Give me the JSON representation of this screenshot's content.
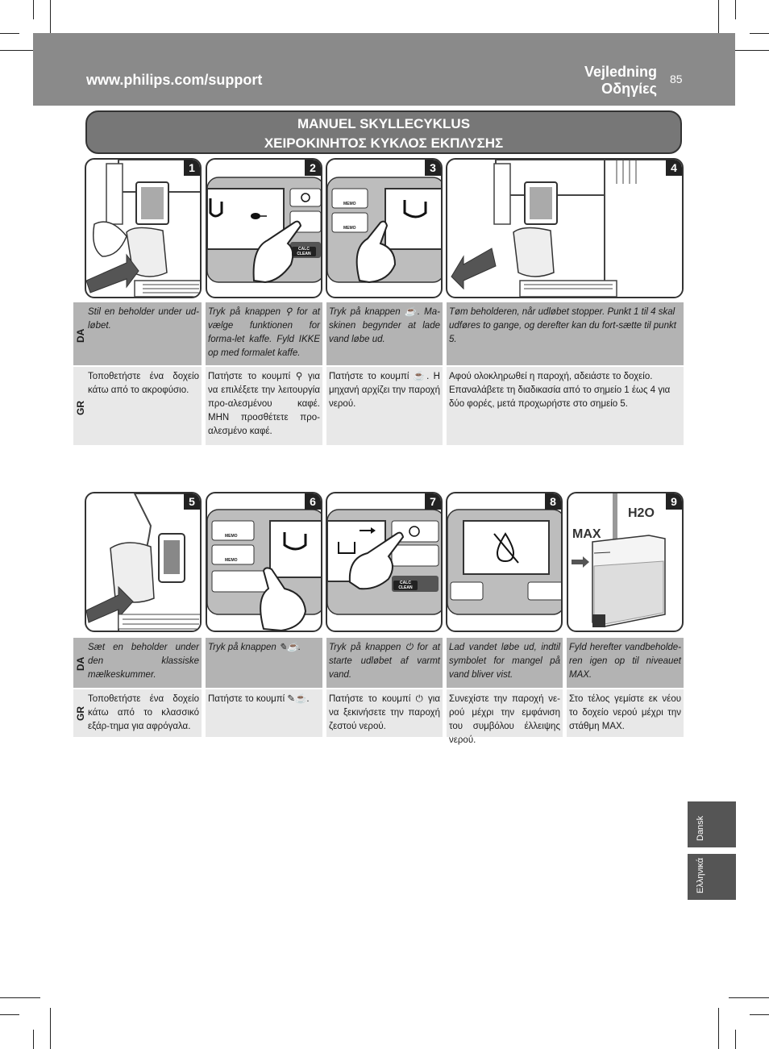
{
  "header": {
    "url": "www.philips.com/support",
    "guide_da": "Vejledning",
    "guide_gr": "Οδηγίες",
    "page_number": "85"
  },
  "banner": {
    "title_da": "MANUEL SKYLLECYKLUS",
    "title_gr": "ΧΕΙΡΟΚΙΝΗΤΟΣ ΚΥΚΛΟΣ ΕΚΠΛΥΣΗΣ"
  },
  "languages": {
    "da": "DA",
    "gr": "GR"
  },
  "panel_labels": {
    "calc_clean": "CALC CLEAN",
    "memo": "MEMO",
    "max": "MAX",
    "h2o": "H2O"
  },
  "steps_row1": [
    {
      "num": "1",
      "da": "Stil en beholder under ud-løbet.",
      "gr": "Τοποθετήστε ένα δοχείο κάτω από το ακροφύσιο."
    },
    {
      "num": "2",
      "da": "Tryk på knappen ⚲ for at vælge funktionen for forma-let kaffe. Fyld IKKE op med formalet kaffe.",
      "gr": "Πατήστε το κουμπί ⚲ για να επιλέξετε την λειτουργία προ-αλεσμένου καφέ. ΜΗΝ προσθέτετε προ-αλεσμένο καφέ."
    },
    {
      "num": "3",
      "da": "Tryk på knappen ☕. Ma-skinen begynder at lade vand løbe ud.",
      "gr": "Πατήστε το κουμπί ☕. Η μηχανή αρχίζει την παροχή νερού."
    },
    {
      "num": "4",
      "da": "Tøm beholderen, når udløbet stopper. Punkt 1 til 4 skal udføres to gange, og derefter kan du fort-sætte til punkt 5.",
      "gr": "Αφού ολοκληρωθεί η παροχή, αδειάστε το δοχείο. Επαναλάβετε τη διαδικασία από το σημείο 1 έως 4 για δύο φορές, μετά προχωρήστε στο σημείο 5."
    }
  ],
  "steps_row2": [
    {
      "num": "5",
      "da": "Sæt en beholder under den klassiske mælkeskummer.",
      "gr": "Τοποθετήστε ένα δοχείο κάτω από το κλασσικό εξάρ-τημα για αφρόγαλα."
    },
    {
      "num": "6",
      "da": "Tryk på knappen ✎☕.",
      "gr": "Πατήστε το κουμπί ✎☕."
    },
    {
      "num": "7",
      "da": "Tryk på knappen ⏻ for at starte udløbet af varmt vand.",
      "gr": "Πατήστε το κουμπί ⏻ για να ξεκινήσετε την παροχή ζεστού νερού."
    },
    {
      "num": "8",
      "da": "Lad vandet løbe ud, indtil symbolet for mangel på vand bliver vist.",
      "gr": "Συνεχίστε την παροχή νε-ρού μέχρι την εμφάνιση του συμβόλου έλλειψης νερού."
    },
    {
      "num": "9",
      "da": "Fyld herefter vandbeholde-ren igen op til niveauet MAX.",
      "gr": "Στο τέλος γεμίστε εκ νέου το δοχείο νερού μέχρι την στάθμη MAX."
    }
  ],
  "side_tabs": {
    "dansk": "Dansk",
    "greek": "Ελληνικά"
  }
}
